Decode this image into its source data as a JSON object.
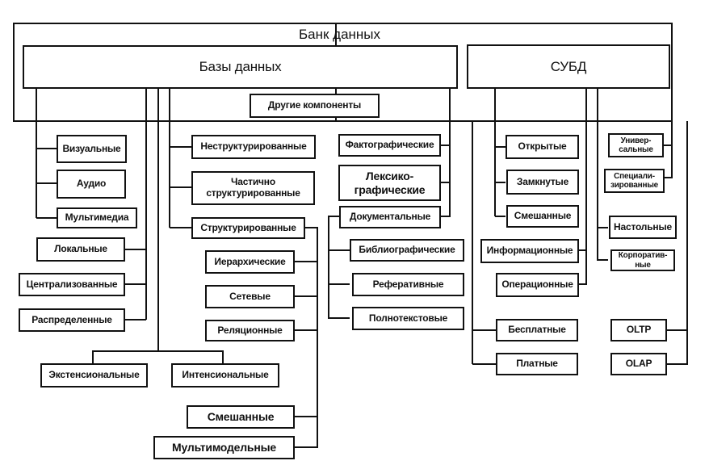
{
  "title": "Банк данных",
  "databases": {
    "label": "Базы данных",
    "other_components": "Другие компоненты",
    "media": [
      "Визуальные",
      "Аудио",
      "Мультимедиа"
    ],
    "distribution": [
      "Локальные",
      "Централизованные",
      "Распределенные"
    ],
    "structure": [
      "Неструктурированные",
      "Частично\nструктурированные",
      "Структурированные"
    ],
    "structured_models": [
      "Иерархические",
      "Сетевые",
      "Реляционные",
      "Смешанные",
      "Мультимодельные"
    ],
    "content": [
      "Фактографические",
      "Лексико-\nграфические",
      "Документальные"
    ],
    "documental": [
      "Библиографические",
      "Реферативные",
      "Полнотекстовые"
    ],
    "data_types": [
      "Экстенсиональные",
      "Интенсиональные"
    ]
  },
  "dbms": {
    "label": "СУБД",
    "openness": [
      "Открытые",
      "Замкнутые",
      "Смешанные"
    ],
    "purpose": [
      "Информационные",
      "Операционные"
    ],
    "licensing": [
      "Бесплатные",
      "Платные"
    ],
    "generality": [
      "Универ-\nсальные",
      "Специали-\nзированные"
    ],
    "scale": [
      "Настольные",
      "Корпоратив-\nные"
    ],
    "processing": [
      "OLTP",
      "OLAP"
    ]
  }
}
